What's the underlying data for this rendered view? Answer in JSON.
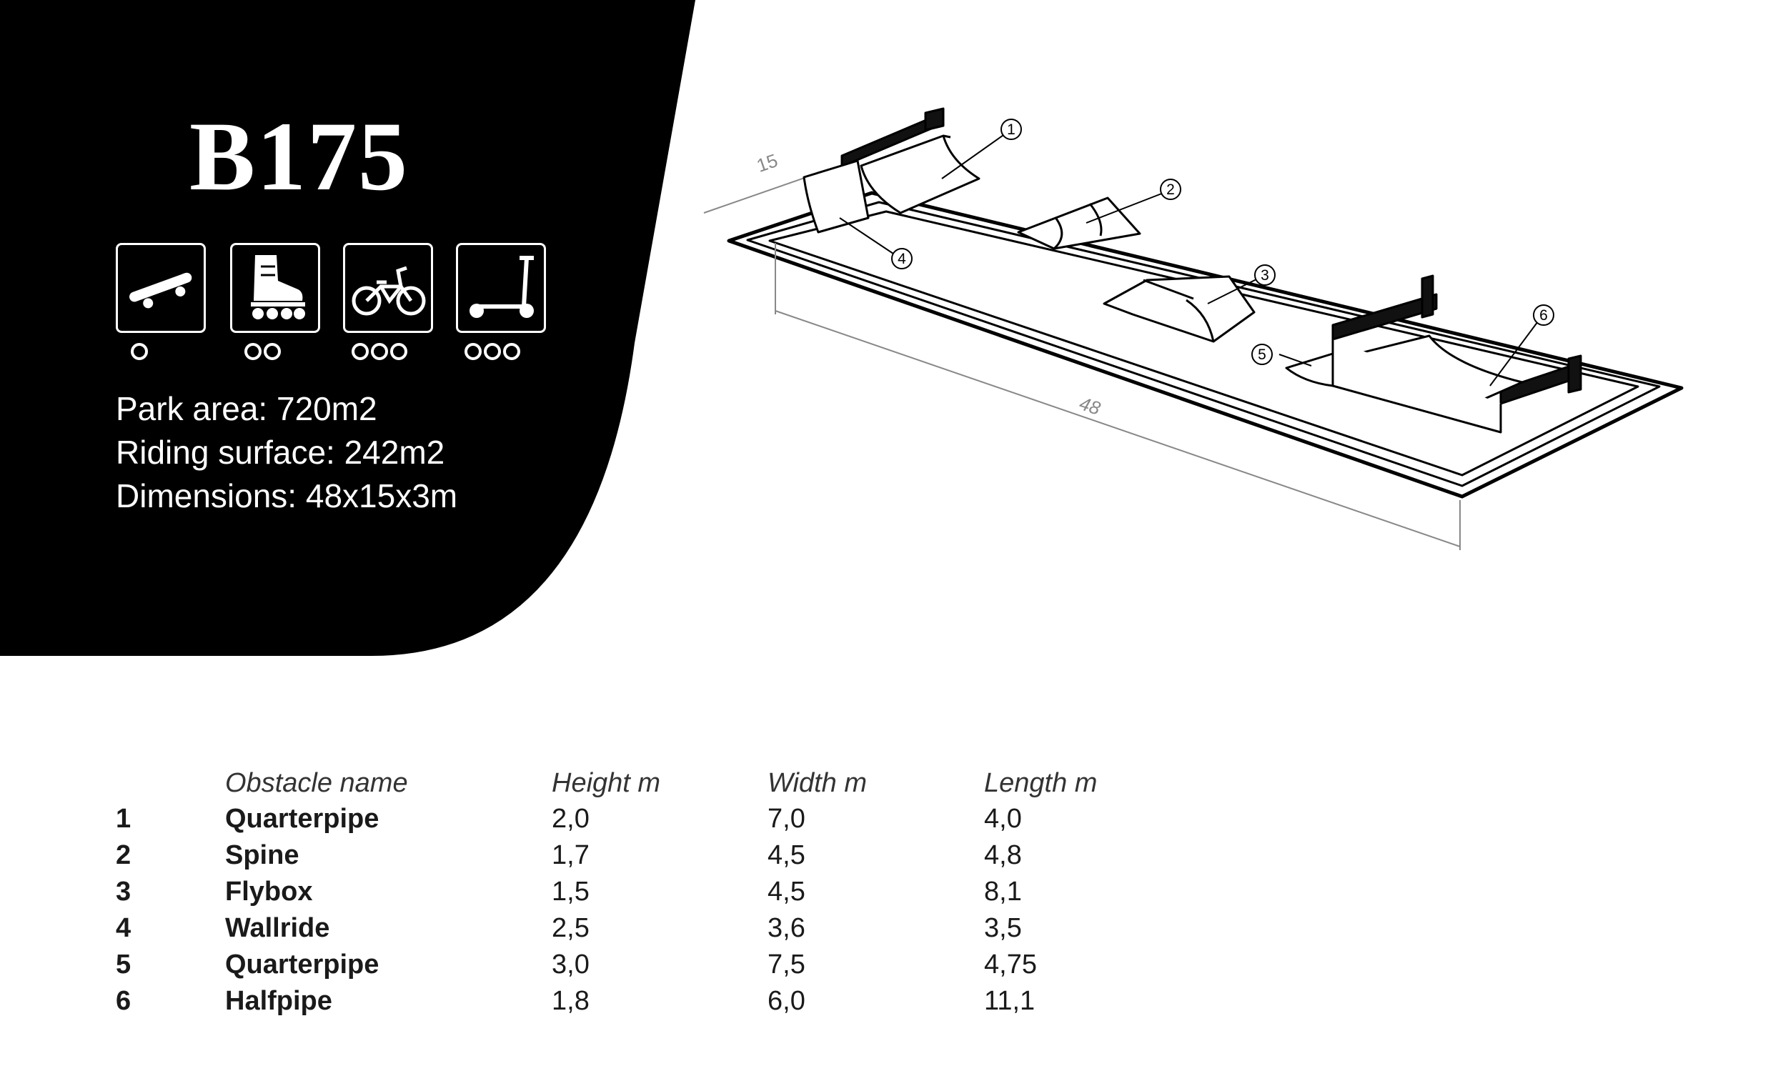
{
  "title": "B175",
  "background": {
    "panel_color": "#000000",
    "page_color": "#ffffff"
  },
  "icons": [
    {
      "icon": "skateboard-icon",
      "rating": 1
    },
    {
      "icon": "inline-skate-icon",
      "rating": 2
    },
    {
      "icon": "bmx-bike-icon",
      "rating": 3
    },
    {
      "icon": "scooter-icon",
      "rating": 3
    }
  ],
  "stats": {
    "park_area": "Park area: 720m2",
    "riding_surface": "Riding surface: 242m2",
    "dimensions": "Dimensions: 48x15x3m"
  },
  "drawing": {
    "dimension_width": "15",
    "dimension_length": "48",
    "callouts": [
      "1",
      "2",
      "3",
      "4",
      "5",
      "6"
    ]
  },
  "table": {
    "headers": {
      "name": "Obstacle name",
      "height": "Height m",
      "width": "Width m",
      "length": "Length m"
    },
    "rows": [
      {
        "num": "1",
        "name": "Quarterpipe",
        "height": "2,0",
        "width": "7,0",
        "length": "4,0"
      },
      {
        "num": "2",
        "name": "Spine",
        "height": "1,7",
        "width": "4,5",
        "length": "4,8"
      },
      {
        "num": "3",
        "name": "Flybox",
        "height": "1,5",
        "width": "4,5",
        "length": "8,1"
      },
      {
        "num": "4",
        "name": "Wallride",
        "height": "2,5",
        "width": "3,6",
        "length": "3,5"
      },
      {
        "num": "5",
        "name": "Quarterpipe",
        "height": "3,0",
        "width": "7,5",
        "length": "4,75"
      },
      {
        "num": "6",
        "name": "Halfpipe",
        "height": "1,8",
        "width": "6,0",
        "length": "11,1"
      }
    ]
  }
}
